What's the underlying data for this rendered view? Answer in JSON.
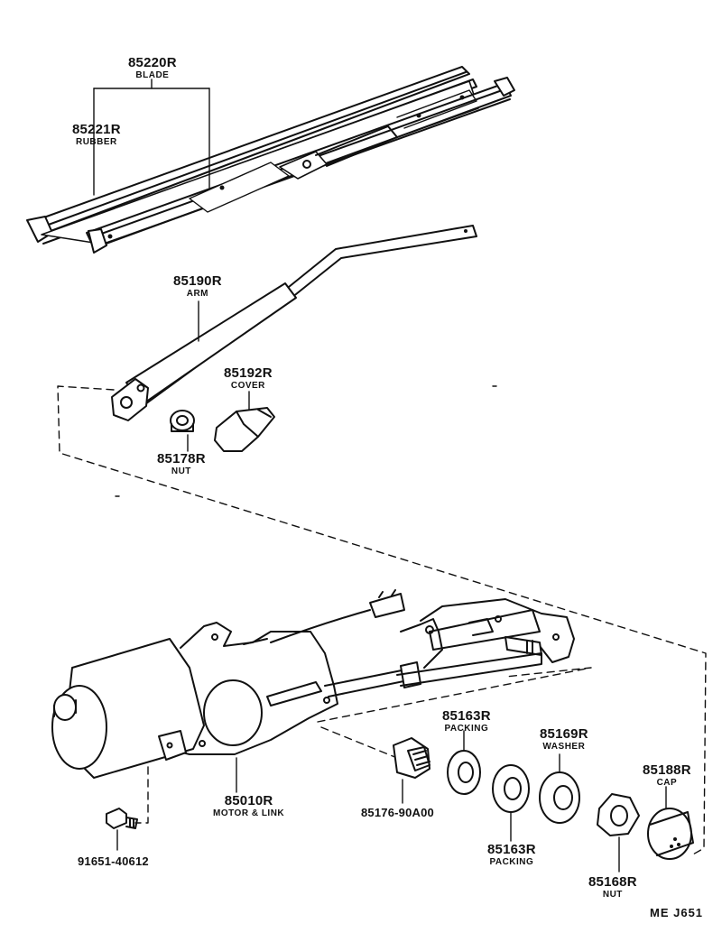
{
  "labels": {
    "blade": {
      "number": "85220R",
      "name": "BLADE"
    },
    "rubber": {
      "number": "85221R",
      "name": "RUBBER"
    },
    "arm": {
      "number": "85190R",
      "name": "ARM"
    },
    "cover": {
      "number": "85192R",
      "name": "COVER"
    },
    "nut_top": {
      "number": "85178R",
      "name": "NUT"
    },
    "motor": {
      "number": "85010R",
      "name": "MOTOR & LINK"
    },
    "bushing": {
      "number": "85176-90A00"
    },
    "bolt": {
      "number": "91651-40612"
    },
    "packing_a": {
      "number": "85163R",
      "name": "PACKING"
    },
    "packing_b": {
      "number": "85163R",
      "name": "PACKING"
    },
    "washer": {
      "number": "85169R",
      "name": "WASHER"
    },
    "nut_bottom": {
      "number": "85168R",
      "name": "NUT"
    },
    "cap": {
      "number": "85188R",
      "name": "CAP"
    }
  },
  "diagram_code": "ME  J651"
}
